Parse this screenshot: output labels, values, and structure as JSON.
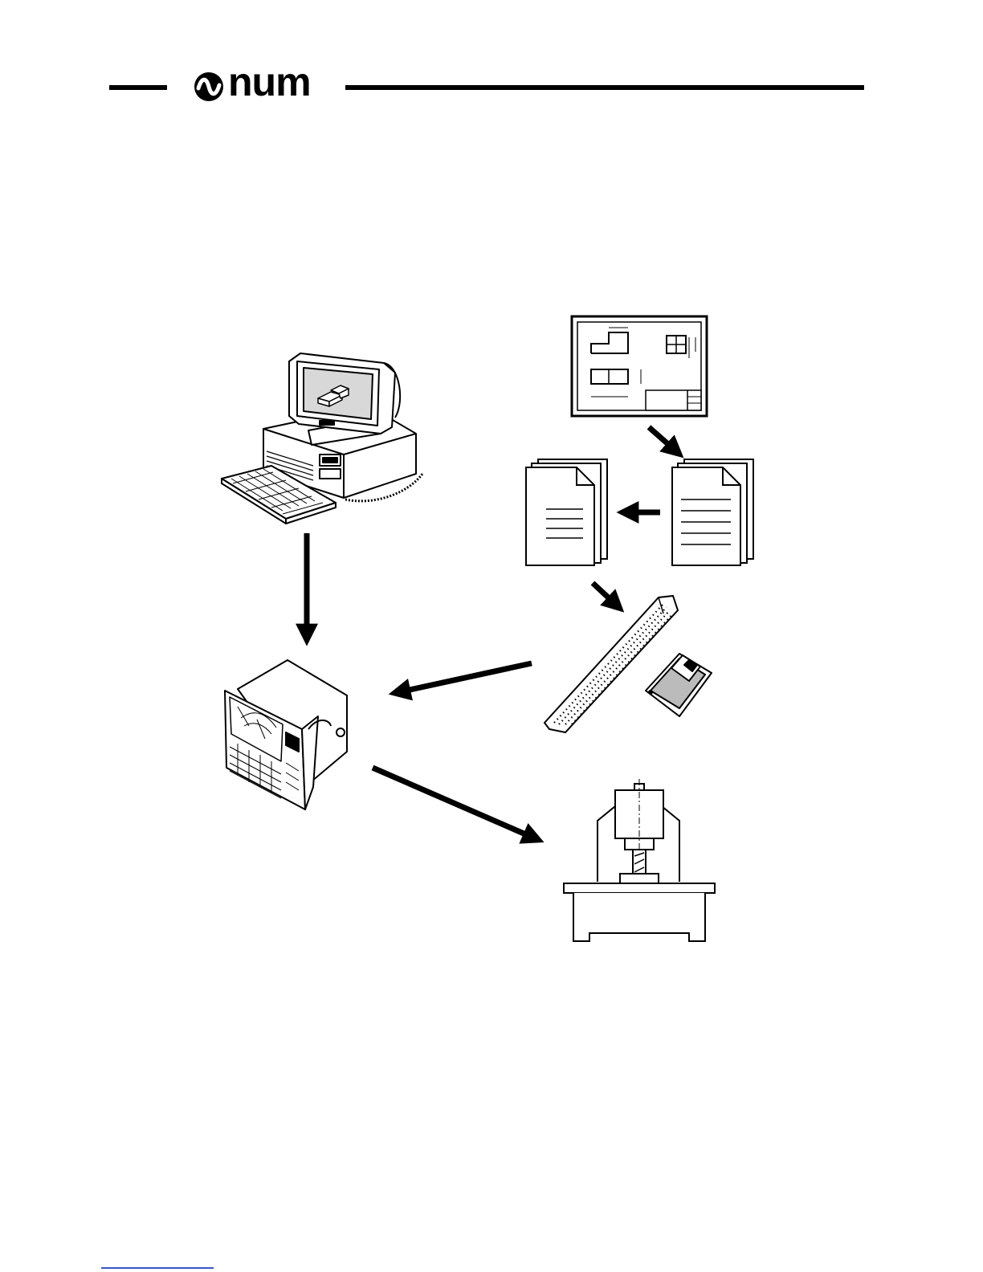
{
  "header": {
    "logo_text": "num",
    "logo_icon": "wave-in-circle-icon"
  },
  "figure": {
    "nodes": [
      {
        "id": "computer",
        "icon": "desktop-computer-icon"
      },
      {
        "id": "drawing",
        "icon": "technical-drawing-icon"
      },
      {
        "id": "doc-left",
        "icon": "document-stack-icon"
      },
      {
        "id": "doc-right",
        "icon": "document-stack-icon"
      },
      {
        "id": "tape",
        "icon": "punched-tape-icon"
      },
      {
        "id": "floppy",
        "icon": "floppy-disk-icon"
      },
      {
        "id": "cnc",
        "icon": "cnc-control-panel-icon"
      },
      {
        "id": "machine",
        "icon": "milling-machine-icon"
      }
    ],
    "flows": [
      {
        "from": "drawing",
        "to": "doc-right"
      },
      {
        "from": "doc-right",
        "to": "doc-left"
      },
      {
        "from": "doc-left",
        "to": "tape"
      },
      {
        "from": "computer",
        "to": "cnc"
      },
      {
        "from": "tape",
        "to": "cnc"
      },
      {
        "from": "cnc",
        "to": "machine"
      }
    ]
  },
  "colors": {
    "ink": "#000000",
    "paper": "#ffffff",
    "screen": "#d8d8d8",
    "link": "#3a56c8"
  }
}
